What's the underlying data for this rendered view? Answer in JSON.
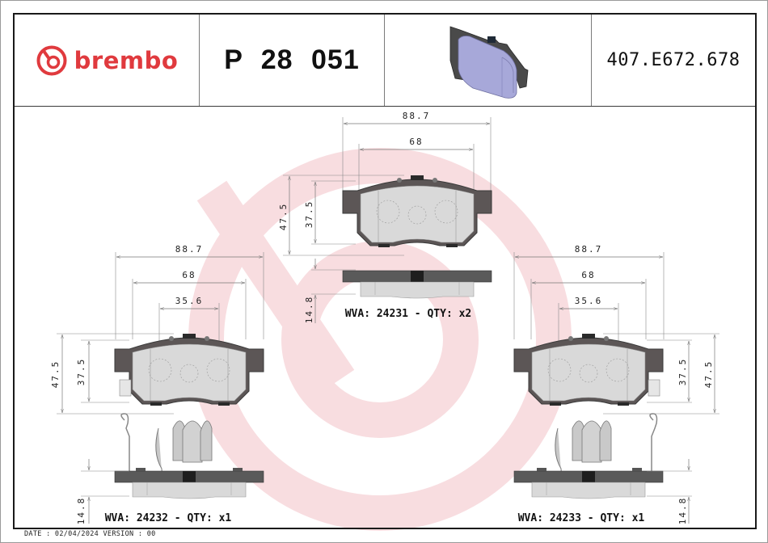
{
  "header": {
    "brand": "brembo",
    "product_code": "P 28 051",
    "reference": "407.E672.678",
    "product_image": "brake-pad-3d-render"
  },
  "colors": {
    "brand_red": "#e03a3e",
    "watermark": "#f7d5d9",
    "backing_plate": "#5a5a5a",
    "friction_material": "#d8d8d8",
    "render_friction": "#a9aad8"
  },
  "views": {
    "top_center": {
      "dims": {
        "overall_width": "88.7",
        "inner_width": "68",
        "overall_height": "47.5",
        "friction_height": "37.5",
        "thickness": "14.8"
      },
      "wva_label": "WVA: 24231 - QTY: x2",
      "wva": "24231",
      "qty": "x2"
    },
    "bottom_left": {
      "dims": {
        "overall_width": "88.7",
        "inner_width": "68",
        "clip_spacing": "35.6",
        "overall_height": "47.5",
        "friction_height": "37.5",
        "thickness": "14.8"
      },
      "wva_label": "WVA: 24232 - QTY: x1",
      "wva": "24232",
      "qty": "x1"
    },
    "bottom_right": {
      "dims": {
        "overall_width": "88.7",
        "inner_width": "68",
        "clip_spacing": "35.6",
        "overall_height": "47.5",
        "friction_height": "37.5",
        "thickness": "14.8"
      },
      "wva_label": "WVA: 24233 - QTY: x1",
      "wva": "24233",
      "qty": "x1"
    }
  },
  "footer": {
    "text": "DATE : 02/04/2024 VERSION : 00",
    "date": "02/04/2024",
    "version": "00"
  }
}
